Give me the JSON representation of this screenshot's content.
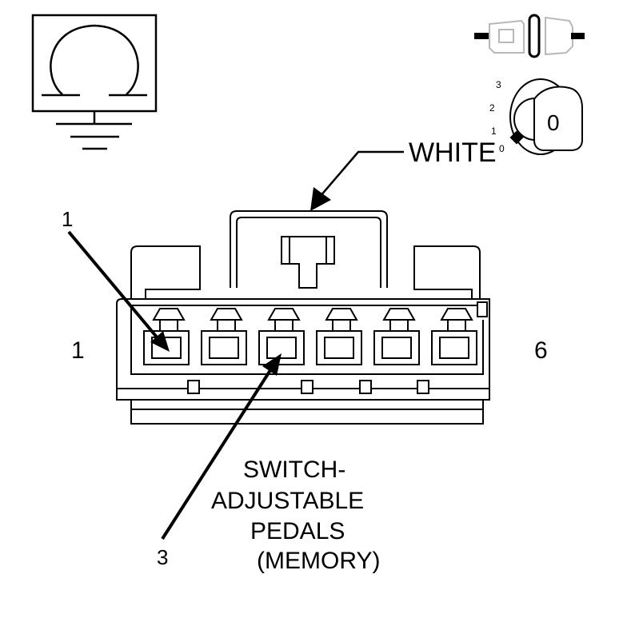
{
  "ohmmeter": {
    "symbol": "Ω"
  },
  "ignition_switch": {
    "positions": [
      "3",
      "2",
      "1",
      "0"
    ],
    "current": "0"
  },
  "connector": {
    "color_label": "WHITE",
    "pin_range_start": "1",
    "pin_range_end": "6",
    "name_lines": [
      "SWITCH-",
      "ADJUSTABLE",
      "PEDALS",
      "(MEMORY)"
    ]
  },
  "callouts": {
    "pin_1": "1",
    "pin_3": "3"
  }
}
